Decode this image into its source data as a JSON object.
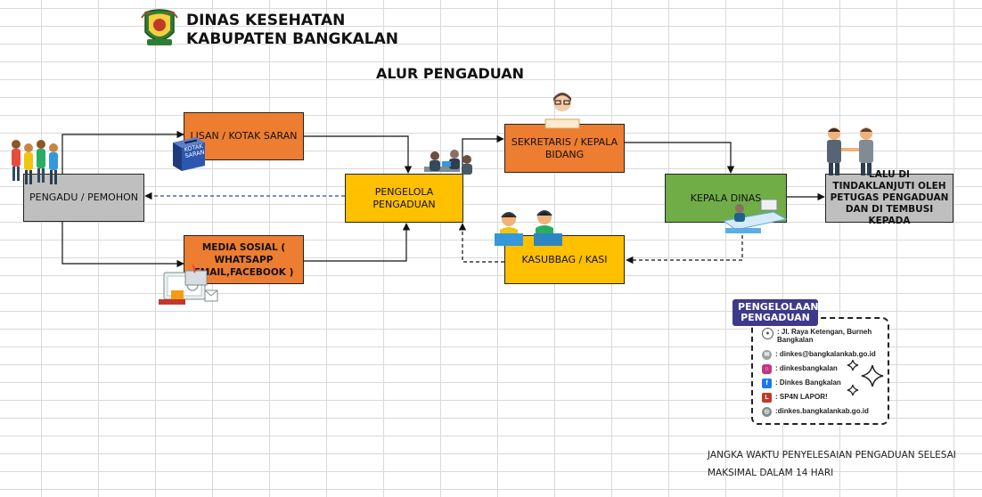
{
  "header": {
    "line1": "DINAS KESEHATAN",
    "line2": "KABUPATEN BANGKALAN",
    "logo_icon": "regency-emblem-icon"
  },
  "title": "ALUR PENGADUAN",
  "boxes": {
    "pengadu": "PENGADU / PEMOHON",
    "lisan": "LISAN / KOTAK SARAN",
    "media": "MEDIA SOSIAL ( WHATSAPP EMAIL,FACEBOOK )",
    "pengelola": "PENGELOLA PENGADUAN",
    "sekretaris": "SEKRETARIS / KEPALA BIDANG",
    "kasubbag": "KASUBBAG / KASI",
    "kepala": "KEPALA DINAS",
    "tindak": "LALU DI TINDAKLANJUTI OLEH PETUGAS PENGADUAN DAN DI TEMBUSI KEPADA"
  },
  "kotak_label": "KOTAK SARAN",
  "contact": {
    "badge": "PENGELOLAAN PENGADUAN",
    "address": ": Jl. Raya Ketengan, Burneh Bangkalan",
    "email": ": dinkes@bangkalankab.go.id",
    "instagram": ": dinkesbangkalan",
    "facebook": ": Dinkes Bangkalan",
    "lapor": ": SP4N LAPOR!",
    "web": ":dinkes.bangkalankab.go.id"
  },
  "note": {
    "line1": "JANGKA WAKTU PENYELESAIAN PENGADUAN SELESAI",
    "line2": "MAKSIMAL DALAM 14 HARI"
  },
  "colors": {
    "orange": "#ed7d31",
    "yellow": "#ffc000",
    "gray": "#bfbfbf",
    "green": "#70ad47",
    "badge": "#3d3a8a"
  }
}
